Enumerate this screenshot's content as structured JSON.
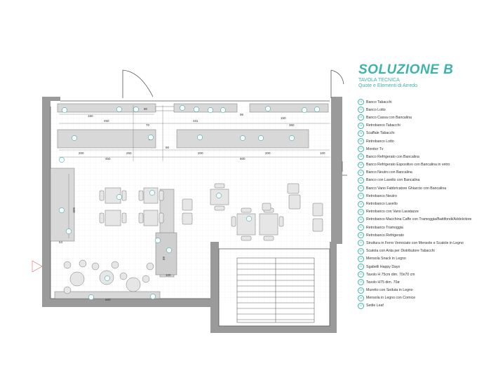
{
  "title": "SOLUZIONE B",
  "subtitle_line1": "TAVOLA TECNICA",
  "subtitle_line2": "Quote e Elementi di Arredo",
  "colors": {
    "accent": "#3db3ad",
    "wall": "#9a9a9a",
    "furniture": "#d6d6d6",
    "line": "#555555"
  },
  "dimensions": {
    "d150": "150",
    "d450a": "450",
    "d90a": "90",
    "d331": "331",
    "d96": "96",
    "d150b": "150",
    "d360": "360",
    "d70": "70",
    "d200a": "200",
    "d250": "250",
    "d450b": "450",
    "d90b": "90",
    "d200b": "200",
    "d200c": "200",
    "d600": "600",
    "d100": "100",
    "d80": "80",
    "d53": "53",
    "d500": "500",
    "d600b": "600",
    "d100b": "100",
    "d60": "60"
  },
  "legend": [
    {
      "num": "01",
      "label": "Banco Tabacchi"
    },
    {
      "num": "02",
      "label": "Banco Lotto"
    },
    {
      "num": "03",
      "label": "Banco Cassa con Bancalina"
    },
    {
      "num": "04",
      "label": "Retrobanco Tabacchi"
    },
    {
      "num": "05",
      "label": "Scaffale Tabacchi"
    },
    {
      "num": "06",
      "label": "Retrobanco Lotto"
    },
    {
      "num": "07",
      "label": "Monitor Tv"
    },
    {
      "num": "08",
      "label": "Banco Refrigerato con Bancalina"
    },
    {
      "num": "09",
      "label": "Banco Refrigerato Espositivo con Bancalina in vetro"
    },
    {
      "num": "10",
      "label": "Banco Neutro con Bancalina"
    },
    {
      "num": "11",
      "label": "Banco con Lavello con Bancalina"
    },
    {
      "num": "12",
      "label": "Banco Vano Fabbricatore Ghiaccio con Bancalina"
    },
    {
      "num": "13",
      "label": "Retrobanco Neutro"
    },
    {
      "num": "14",
      "label": "Retrobanco Lavello"
    },
    {
      "num": "15",
      "label": "Retrobanco con Vano Lavatazze"
    },
    {
      "num": "16",
      "label": "Retrobanco Macchina Caffe con Tramoggia/Battifondi/Addolcitore"
    },
    {
      "num": "17",
      "label": "Retrobanco Tramoggia"
    },
    {
      "num": "18",
      "label": "Retrobanco Refrigerato"
    },
    {
      "num": "19",
      "label": "Struttura in Ferro Verniciato con Mensole e Scatole in Legno"
    },
    {
      "num": "20",
      "label": "Scatola con Anta per Distributore Tabacchi"
    },
    {
      "num": "21",
      "label": "Mensola Snack in Legno"
    },
    {
      "num": "22",
      "label": "Sgabelli Happy Days"
    },
    {
      "num": "23",
      "label": "Tavolo H 75cm dim. 70x70 cm"
    },
    {
      "num": "24",
      "label": "Tavolo H75 dim. 70ø"
    },
    {
      "num": "25",
      "label": "Muretto con Seduta in Legno"
    },
    {
      "num": "26",
      "label": "Mensola in Legno con Cornice"
    },
    {
      "num": "27",
      "label": "Sedie Leaf"
    }
  ]
}
